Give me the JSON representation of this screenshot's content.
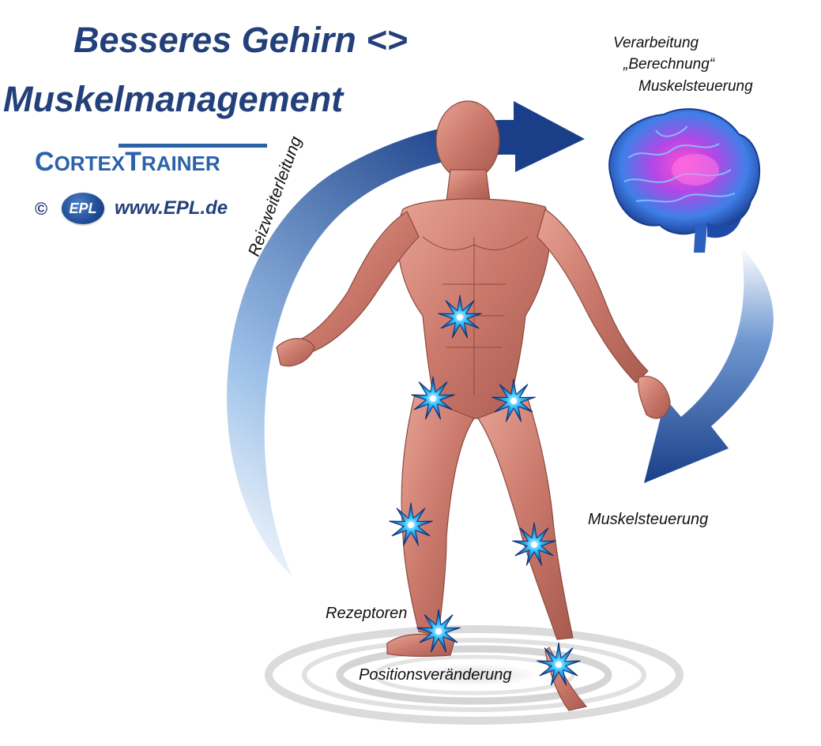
{
  "title": {
    "line1": "Besseres Gehirn <>",
    "line2": "Muskelmanagement"
  },
  "logo": {
    "cortex_big": "C",
    "cortex_rest": "ORTEX",
    "trainer_big": "T",
    "trainer_rest": "RAINER",
    "copyright": "©",
    "badge": "EPL",
    "badge_small": "www.EPL.de",
    "url": "www.EPL.de"
  },
  "labels": {
    "verarbeitung": "Verarbeitung",
    "berechnung": "„Berechnung“",
    "muskelsteuerung_brain": "Muskelsteuerung",
    "reizweiterleitung": "Reizweiterleitung",
    "muskelsteuerung": "Muskelsteuerung",
    "rezeptoren": "Rezeptoren",
    "positionsveraenderung": "Positionsveränderung"
  },
  "colors": {
    "title": "#23407a",
    "logo": "#2b62a8",
    "arrow_dark": "#1a3f88",
    "arrow_light": "#d6e4f5",
    "muscle": "#c9786a",
    "receptor": "#1aa0e6"
  },
  "icons": [
    "brain-icon",
    "human-muscle-figure",
    "receptor-star-icon",
    "arrow-icon"
  ]
}
